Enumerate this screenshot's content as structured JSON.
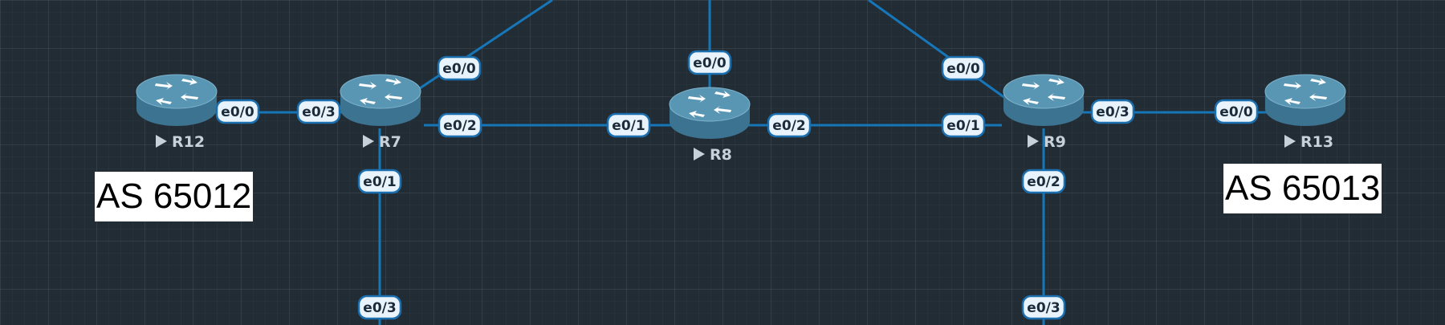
{
  "routers": [
    {
      "id": "R12",
      "label": "R12"
    },
    {
      "id": "R7",
      "label": "R7"
    },
    {
      "id": "R8",
      "label": "R8"
    },
    {
      "id": "R9",
      "label": "R9"
    },
    {
      "id": "R13",
      "label": "R13"
    }
  ],
  "ports": {
    "r12_e00": "e0/0",
    "r7_e03": "e0/3",
    "r7_e00": "e0/0",
    "r7_e02": "e0/2",
    "r7_e01": "e0/1",
    "r7_south_e03": "e0/3",
    "r8_e00": "e0/0",
    "r8_e01": "e0/1",
    "r8_e02": "e0/2",
    "r9_e00": "e0/0",
    "r9_e01": "e0/1",
    "r9_e03": "e0/3",
    "r9_e02": "e0/2",
    "r9_south_e03": "e0/3",
    "r13_e00": "e0/0"
  },
  "as_labels": {
    "left": "AS 65012",
    "right": "AS 65013"
  },
  "colors": {
    "background": "#222c35",
    "link": "#1776b8",
    "router_body": "#3b7391",
    "router_top": "#5896b3",
    "port_fill": "#e8f3fb"
  }
}
